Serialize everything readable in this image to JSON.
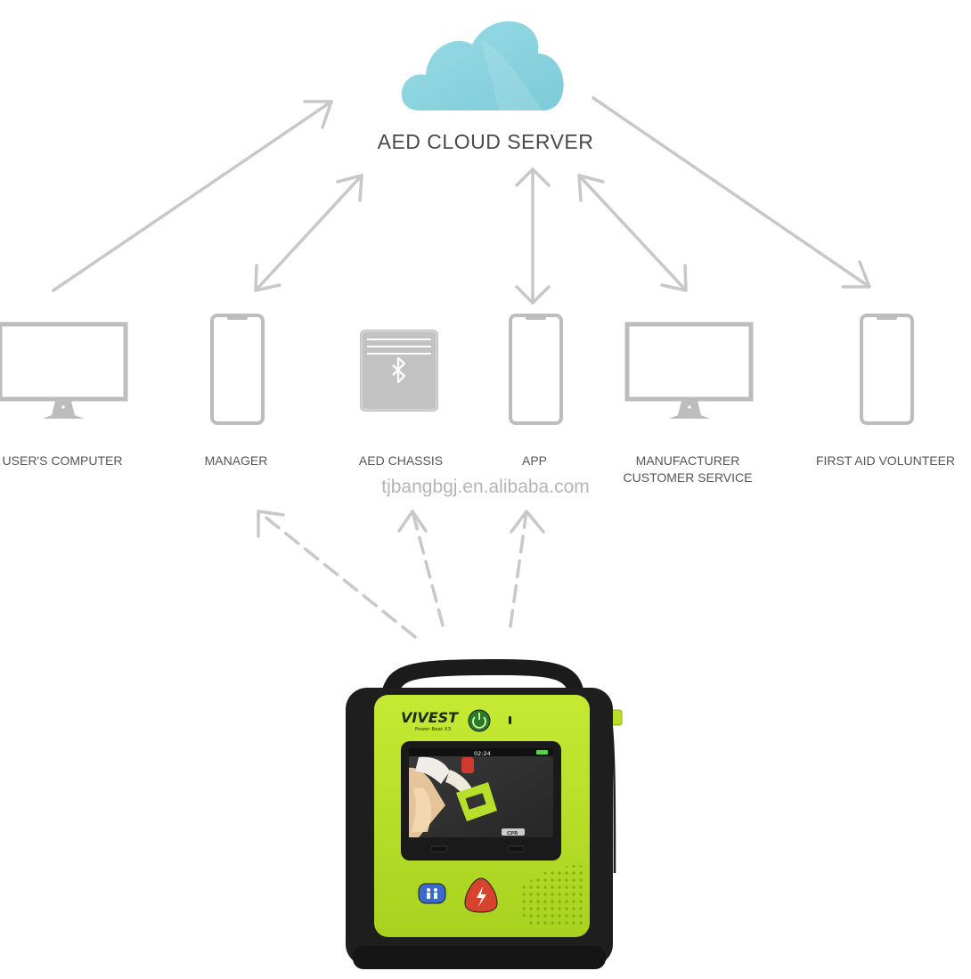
{
  "title": "AED CLOUD SERVER",
  "watermark": "tjbangbgj.en.alibaba.com",
  "nodes": [
    {
      "id": "users-computer",
      "label": "USER'S COMPUTER",
      "icon": "monitor-icon"
    },
    {
      "id": "manager",
      "label": "MANAGER",
      "icon": "phone-icon"
    },
    {
      "id": "aed-chassis",
      "label": "AED CHASSIS",
      "icon": "bluetooth-chassis-icon"
    },
    {
      "id": "app",
      "label": "APP",
      "icon": "phone-icon"
    },
    {
      "id": "manufacturer",
      "label_line1": "MANUFACTURER",
      "label_line2": "CUSTOMER SERVICE",
      "icon": "monitor-icon"
    },
    {
      "id": "first-aid-volunteer",
      "label": "FIRST AID VOLUNTEER",
      "icon": "phone-icon"
    }
  ],
  "device": {
    "brand": "VIVEST",
    "model": "Power Beat X3",
    "screen_time": "02:24",
    "screen_mode": "CPR"
  },
  "colors": {
    "cloud": "#8fd5e0",
    "arrow": "#c8c8c8",
    "icon": "#bdbdbd",
    "device_green": "#b8e02a",
    "device_body": "#1e1e1e"
  }
}
